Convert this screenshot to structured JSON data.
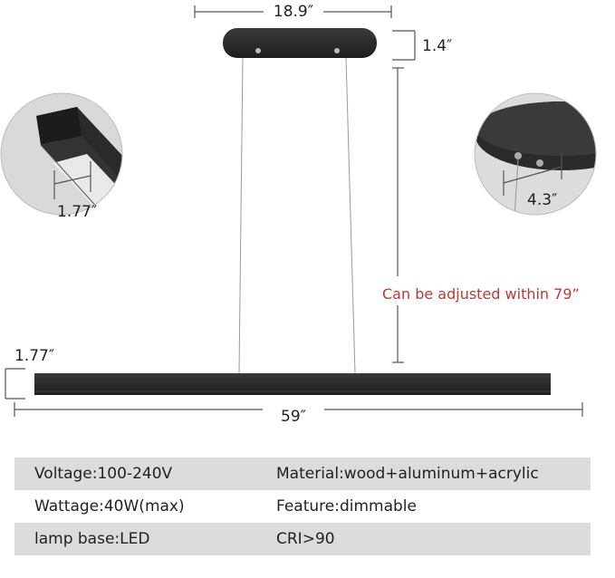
{
  "colors": {
    "wood": "#2b2b2b",
    "dimension_line": "#555555",
    "note": "#b83a33",
    "table_shade": "#dcdcdc"
  },
  "dimensions": {
    "canopy_width": "18.9″",
    "canopy_height": "1.4″",
    "bar_height": "1.77″",
    "bar_length": "59″",
    "detail_left": "1.77″",
    "detail_right": "4.3″",
    "cable_note": "Can be adjusted within 79”"
  },
  "specs": [
    {
      "left": "Voltage:100-240V",
      "right": "Material:wood+aluminum+acrylic"
    },
    {
      "left": "Wattage:40W(max)",
      "right": "Feature:dimmable"
    },
    {
      "left": "lamp base:LED",
      "right": "CRI>90"
    }
  ]
}
